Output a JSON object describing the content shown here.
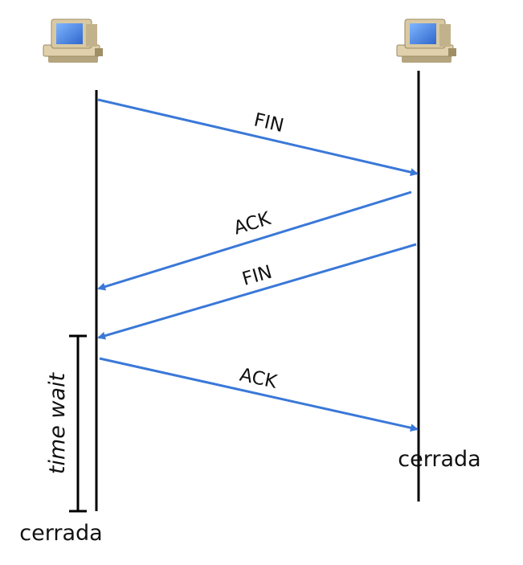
{
  "messages": [
    {
      "label": "FIN",
      "direction": "left-to-right"
    },
    {
      "label": "ACK",
      "direction": "right-to-left"
    },
    {
      "label": "FIN",
      "direction": "right-to-left"
    },
    {
      "label": "ACK",
      "direction": "left-to-right"
    }
  ],
  "time_wait_label": "time wait",
  "left_final_state": "cerrada",
  "right_final_state": "cerrada",
  "icons": {
    "left_host": "computer-icon",
    "right_host": "computer-icon"
  },
  "colors": {
    "arrow": "#3a78d8",
    "timeline": "#000000",
    "screen": "#3d7fe0",
    "monitor_body": "#d9c9a3"
  }
}
